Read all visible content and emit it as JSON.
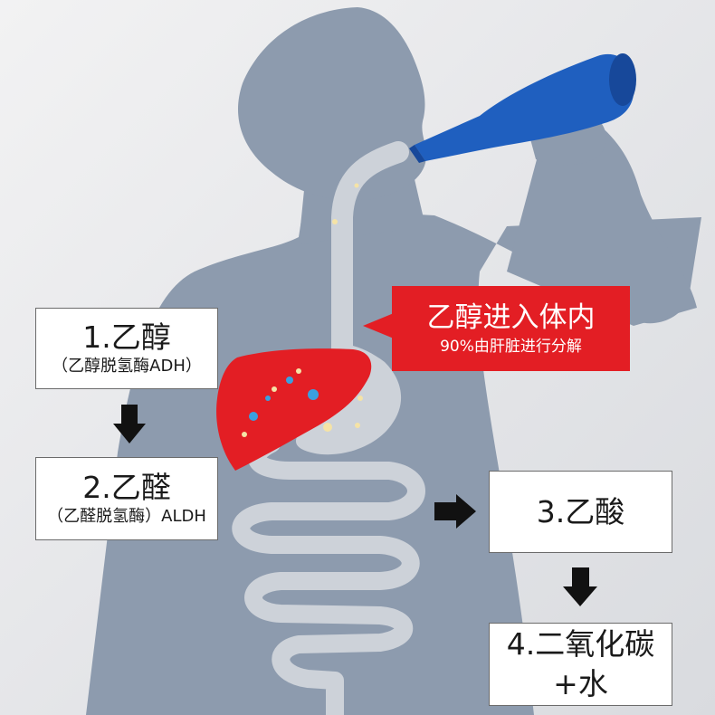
{
  "callout": {
    "title": "乙醇进入体内",
    "subtitle": "90%由肝脏进行分解"
  },
  "steps": [
    {
      "label": "1.乙醇",
      "enzyme": "（乙醇脱氢酶ADH）"
    },
    {
      "label": "2.乙醛",
      "enzyme": "（乙醛脱氢酶）ALDH"
    },
    {
      "label": "3.乙酸"
    },
    {
      "label": "4.二氧化碳",
      "label_line2": "+水"
    }
  ],
  "colors": {
    "silhouette": "#8d9bae",
    "digestive_tract": "#cdd2d9",
    "liver": "#e31e24",
    "bottle": "#1f5fbf",
    "callout": "#e31e24",
    "arrow": "#111111"
  },
  "icons": [
    "human-silhouette",
    "bottle-icon",
    "liver-icon",
    "stomach-icon",
    "intestine-icon",
    "arrow-down-icon",
    "arrow-right-icon"
  ]
}
